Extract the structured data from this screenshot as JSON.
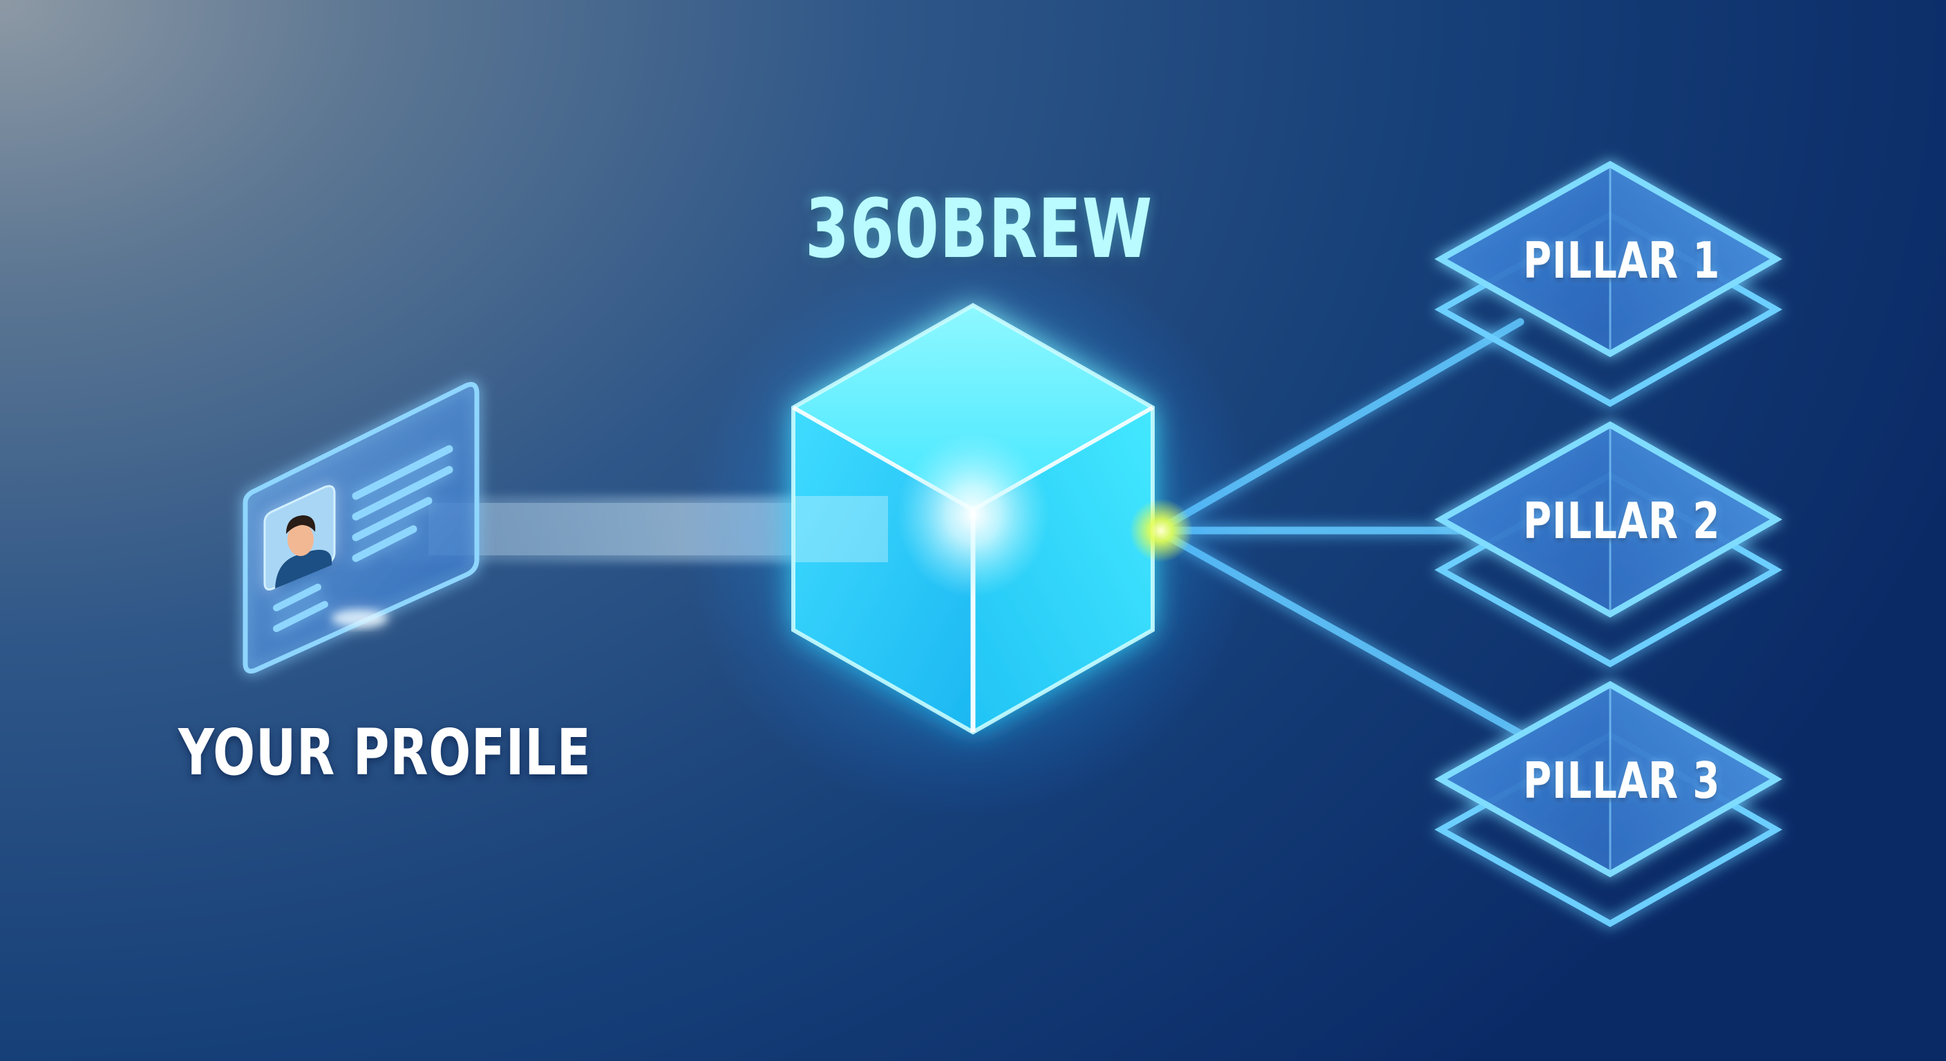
{
  "diagram": {
    "hub": {
      "title": "360BREW",
      "icon": "glowing-cube-icon"
    },
    "source": {
      "label": "YOUR PROFILE",
      "icon": "profile-card-icon"
    },
    "pillars": [
      {
        "label": "PILLAR 1"
      },
      {
        "label": "PILLAR 2"
      },
      {
        "label": "PILLAR 3"
      }
    ]
  },
  "colors": {
    "background_light": "#8d99a5",
    "background_mid": "#1e4a80",
    "background_dark": "#0a2a66",
    "accent_cyan": "#5ff3ff",
    "connector": "#62c8ff",
    "pillar_edge": "#6ccfff",
    "hub_spark": "#e6ff50"
  }
}
